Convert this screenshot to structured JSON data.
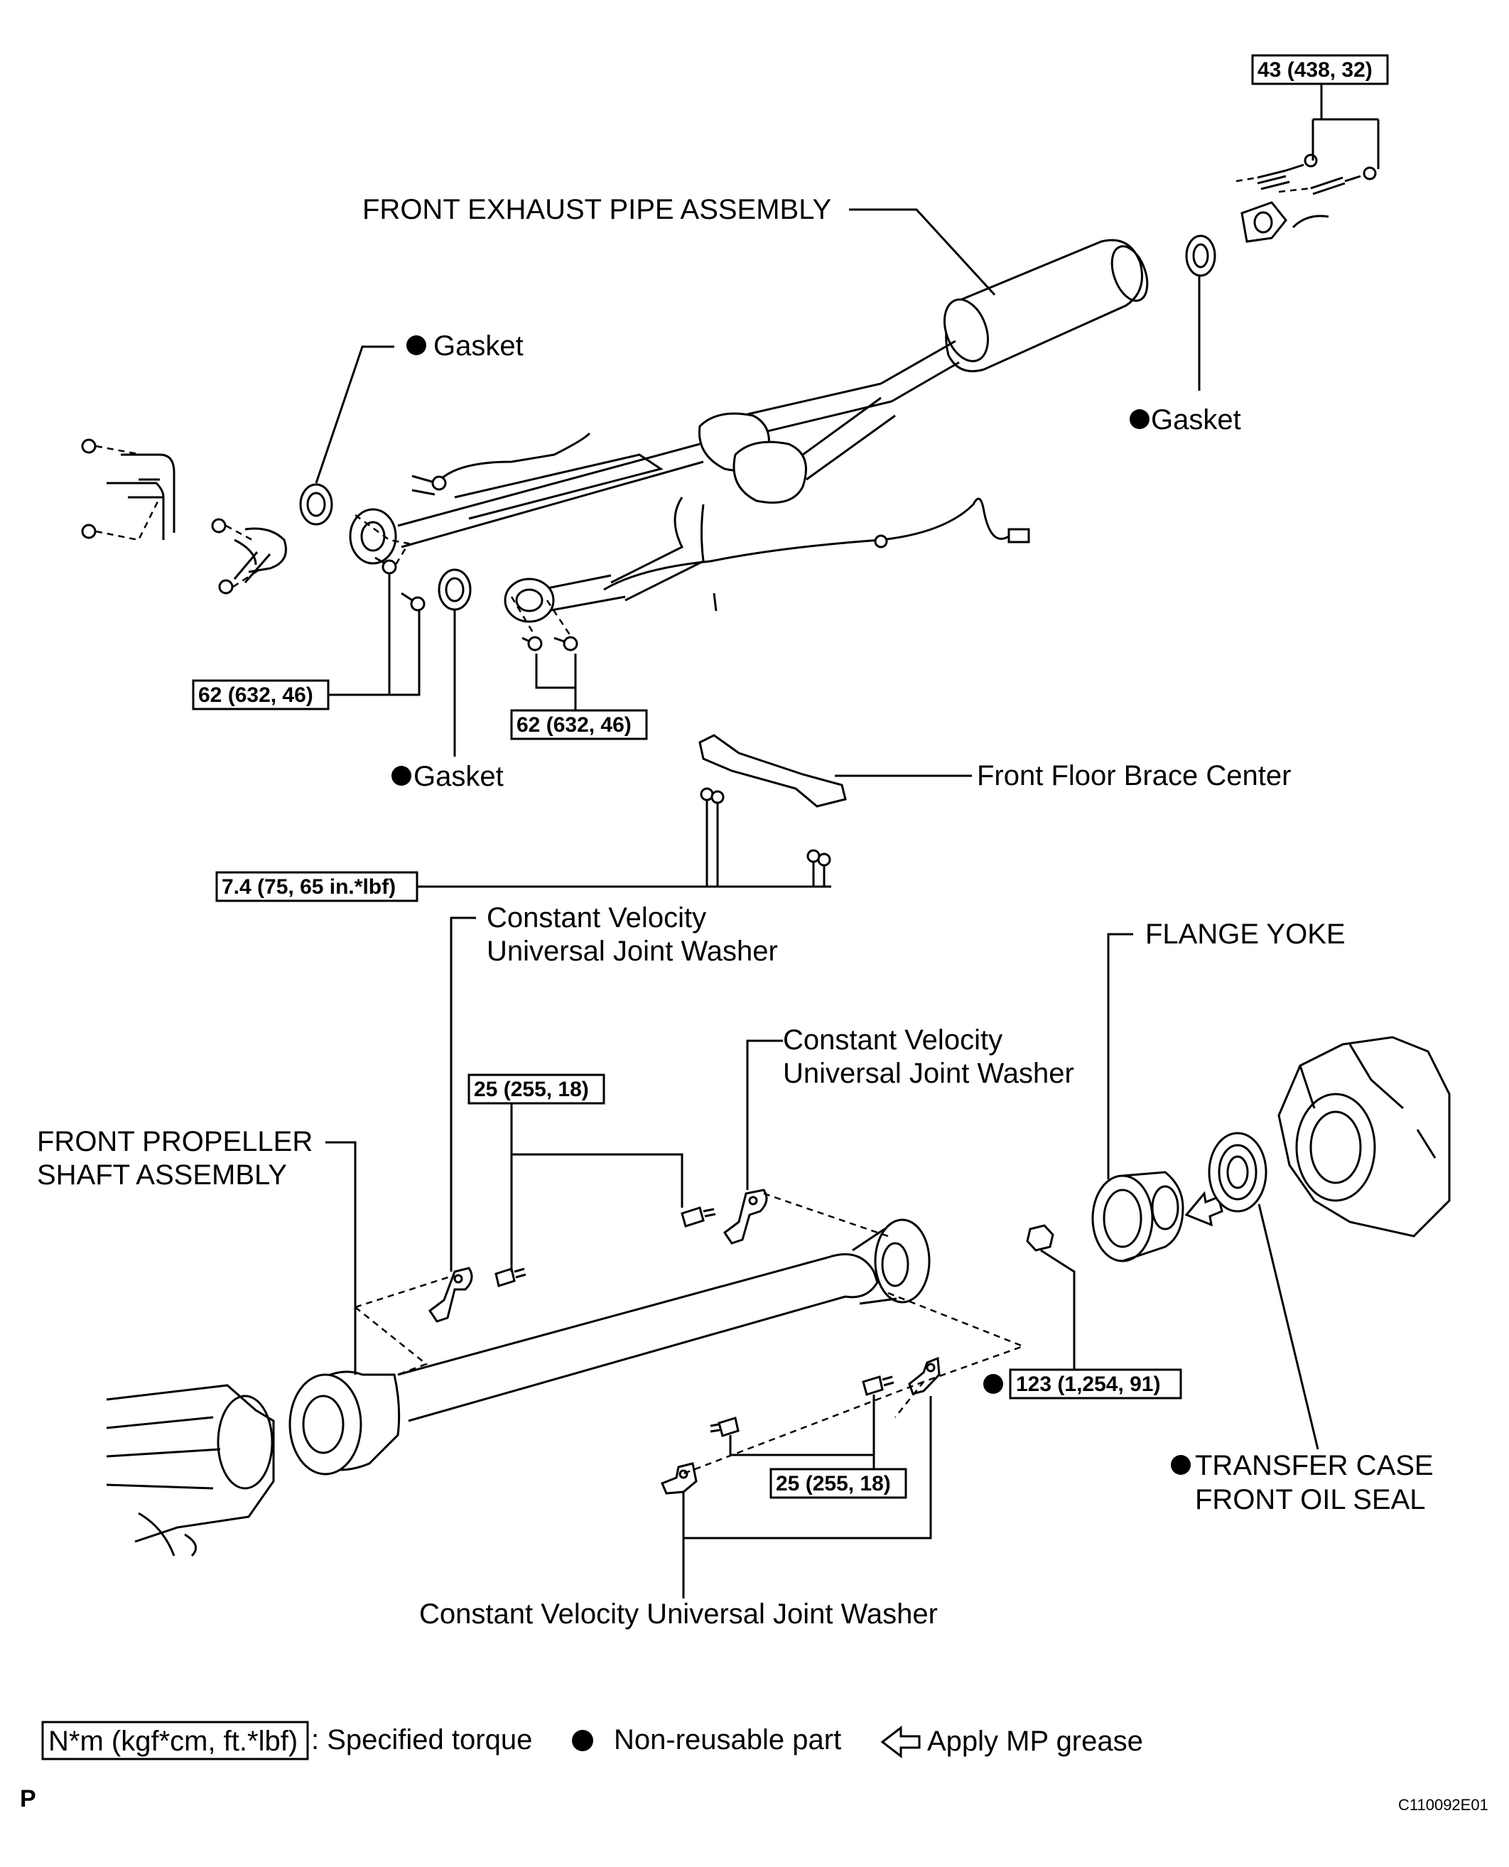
{
  "labels": {
    "front_exhaust_pipe": "FRONT EXHAUST PIPE ASSEMBLY",
    "gasket_upper_left": "Gasket",
    "gasket_right": "Gasket",
    "gasket_lower": "Gasket",
    "front_floor_brace": "Front Floor Brace Center",
    "cv_washer_top_line1": "Constant Velocity",
    "cv_washer_top_line2": "Universal Joint Washer",
    "cv_washer_mid_line1": "Constant Velocity",
    "cv_washer_mid_line2": "Universal Joint Washer",
    "cv_washer_bottom": "Constant Velocity Universal Joint Washer",
    "flange_yoke": "FLANGE YOKE",
    "front_propeller_line1": "FRONT PROPELLER",
    "front_propeller_line2": "SHAFT ASSEMBLY",
    "transfer_case_line1": "TRANSFER CASE",
    "transfer_case_line2": "FRONT OIL SEAL"
  },
  "torques": {
    "t_43": "43 (438, 32)",
    "t_62_left": "62 (632, 46)",
    "t_62_right": "62 (632, 46)",
    "t_7_4": "7.4 (75, 65 in.*lbf)",
    "t_25_top": "25 (255, 18)",
    "t_25_bottom": "25 (255, 18)",
    "t_123": "123 (1,254, 91)"
  },
  "legend": {
    "torque_unit": "N*m (kgf*cm, ft.*lbf)",
    "torque_desc": ": Specified torque",
    "non_reusable": "Non-reusable part",
    "mp_grease": "Apply MP grease"
  },
  "footer": {
    "page_letter": "P",
    "figure_code": "C110092E01"
  }
}
